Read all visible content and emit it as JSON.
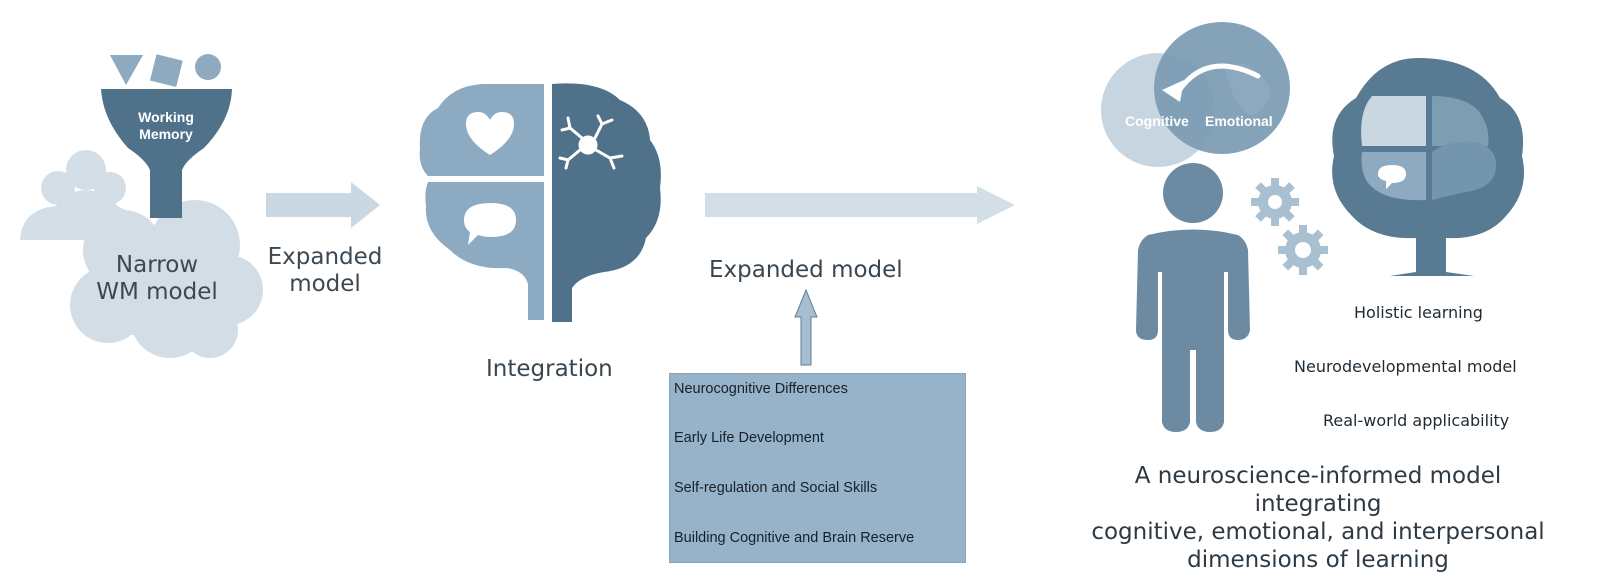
{
  "left_stage": {
    "funnel_label": "Working\nMemory",
    "model_label": "Narrow\nWM model",
    "arrow_label": "Expanded\nmodel"
  },
  "middle_stage": {
    "brain_label": "Integration",
    "arrow_label": "Expanded model",
    "factors": [
      "Neurocognitive Differences",
      "Early Life Development",
      "Self-regulation and Social Skills",
      "Building Cognitive and Brain Reserve"
    ]
  },
  "right_stage": {
    "bubble_left": "Cognitive",
    "bubble_right": "Emotional",
    "benefits": [
      "Holistic learning",
      "Neurodevelopmental model",
      "Real-world applicability"
    ],
    "summary": "A neuroscience-informed model integrating\ncognitive, emotional, and interpersonal\ndimensions of learning"
  },
  "colors": {
    "light": "#c9d6e0",
    "mid": "#8eaac0",
    "dark": "#5f8199",
    "darker": "#4f7189"
  }
}
